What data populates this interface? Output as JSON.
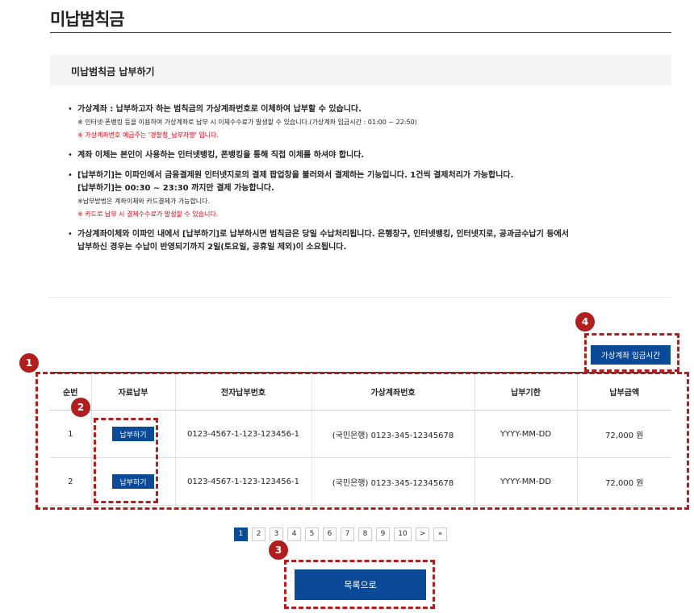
{
  "page": {
    "title": "미납범칙금"
  },
  "section": {
    "title": "미납범칙금 납부하기"
  },
  "notice": {
    "virtual_account": {
      "main": "가상계좌 : 납부하고자 하는 범칙금의 가상계좌번호로 이체하여 납부할 수 있습니다.",
      "sub": "※ 인터넷·폰뱅킹 등을 이용하여 가상계좌로 납부 시 이체수수료가 발생할 수 있습니다.(가상계좌 입금시간 : 01:00 ~ 22:50)",
      "red": "※ 가상계좌번호 예금주는 '경찰청_납부자명' 입니다."
    },
    "transfer": {
      "main": "계좌 이체는 본인이 사용하는 인터넷뱅킹, 폰뱅킹을 통해 직접 이체를 하셔야 합니다."
    },
    "pay_function": {
      "main1": "[납부하기]는 이파인에서 금융결제원 인터넷지로의 결제 팝업창을 불러와서 결제하는 기능입니다. 1건씩 결제처리가 가능합니다.",
      "main2": "[납부하기]는 00:30 ~ 23:30 까지만 결제 가능합니다.",
      "sub": "※납부방법은 계좌이체와 카드결제가 가능합니다.",
      "red": "※ 카드로 납부 시 결제수수료가 발생할 수 있습니다."
    },
    "processing": {
      "main1": "가상계좌이체와 이파인 내에서 [납부하기]로 납부하시면 범칙금은 당일 수납처리됩니다. 은행창구, 인터넷뱅킹, 인터넷지로, 공과금수납기 등에서",
      "main2": "납부하신 경우는 수납이 반영되기까지 2일(토요일, 공휴일 제외)이 소요됩니다."
    }
  },
  "virtual_hours_button": "가상계좌 입금시간",
  "table": {
    "headers": [
      "순번",
      "자료납부",
      "전자납부번호",
      "가상계좌번호",
      "납부기한",
      "납부금액"
    ],
    "rows": [
      {
        "no": "1",
        "pay_label": "납부하기",
        "e_number": "0123-4567-1-123-123456-1",
        "account": "(국민은행)  0123-345-12345678",
        "due": "YYYY-MM-DD",
        "amount": "72,000 원"
      },
      {
        "no": "2",
        "pay_label": "납부하기",
        "e_number": "0123-4567-1-123-123456-1",
        "account": "(국민은행)  0123-345-12345678",
        "due": "YYYY-MM-DD",
        "amount": "72,000 원"
      }
    ]
  },
  "pagination": {
    "pages": [
      "1",
      "2",
      "3",
      "4",
      "5",
      "6",
      "7",
      "8",
      "9",
      "10"
    ],
    "current": "1",
    "next": ">",
    "last": "»"
  },
  "list_button": "목록으로",
  "badges": [
    "1",
    "2",
    "3",
    "4"
  ],
  "colors": {
    "primary": "#0b4a98",
    "annotation": "#b21e1e",
    "warning_text": "#e60012"
  }
}
